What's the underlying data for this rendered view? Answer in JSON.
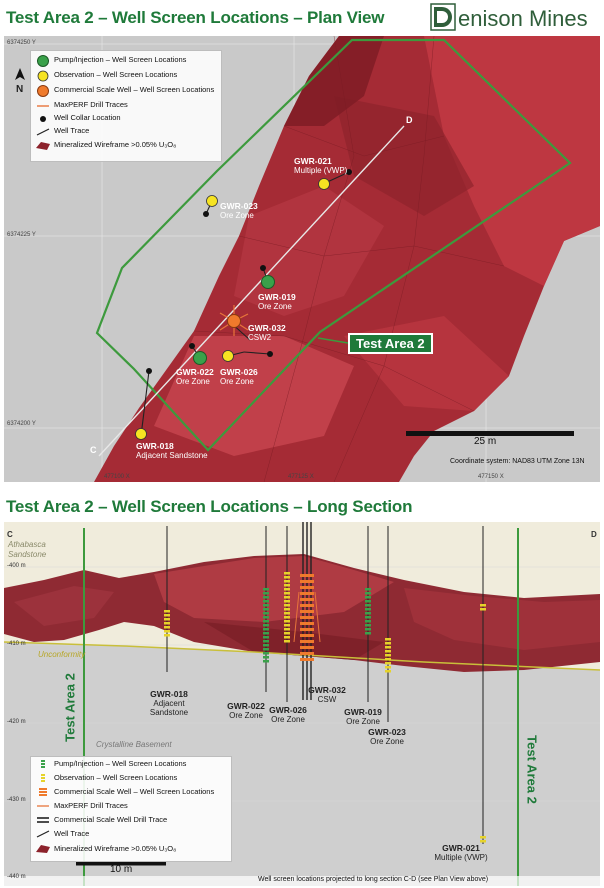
{
  "header": {
    "plan_title": "Test Area 2 – Well Screen Locations – Plan View",
    "logo_text": "enison Mines",
    "section_title": "Test Area 2 – Well Screen Locations – Long Section"
  },
  "plan": {
    "north": "N",
    "coords": {
      "y1": "6374250 Y",
      "y2": "6374225 Y",
      "y3": "6374200 Y",
      "x1": "477125 X",
      "x2": "477150 X",
      "x3": "477100 X"
    },
    "legend": [
      "Pump/Injection – Well Screen Locations",
      "Observation – Well Screen Locations",
      "Commercial Scale Well – Well Screen Locations",
      "MaxPERF Drill Traces",
      "Well Collar Location",
      "Well Trace",
      "Mineralized Wireframe >0.05% U₃O₈"
    ],
    "point_d": "D",
    "point_c": "C",
    "wells": [
      {
        "name": "GWR-021",
        "sub": "Multiple (VWP)"
      },
      {
        "name": "GWR-023",
        "sub": "Ore Zone"
      },
      {
        "name": "GWR-019",
        "sub": "Ore Zone"
      },
      {
        "name": "GWR-032",
        "sub": "CSW2"
      },
      {
        "name": "GWR-022",
        "sub": "Ore Zone"
      },
      {
        "name": "GWR-026",
        "sub": "Ore Zone"
      },
      {
        "name": "GWR-018",
        "sub": "Adjacent Sandstone"
      }
    ],
    "test_area_label": "Test Area 2",
    "scale": "25 m",
    "coordinate_system": "Coordinate system: NAD83 UTM Zone 13N"
  },
  "section": {
    "point_c": "C",
    "point_d": "D",
    "athabasca": "Athabasca Sandstone",
    "unconformity": "Unconformity",
    "basement": "Crystalline Basement",
    "test_area_left": "Test Area 2",
    "test_area_right": "Test Area 2",
    "depths": [
      "-400 m",
      "-410 m",
      "-420 m",
      "-430 m",
      "-440 m"
    ],
    "wells": [
      {
        "name": "GWR-018",
        "sub": "Adjacent Sandstone"
      },
      {
        "name": "GWR-022",
        "sub": "Ore Zone"
      },
      {
        "name": "GWR-026",
        "sub": "Ore Zone"
      },
      {
        "name": "GWR-032",
        "sub": "CSW"
      },
      {
        "name": "GWR-019",
        "sub": "Ore Zone"
      },
      {
        "name": "GWR-023",
        "sub": "Ore Zone"
      },
      {
        "name": "GWR-021",
        "sub": "Multiple (VWP)"
      }
    ],
    "legend": [
      "Pump/Injection – Well Screen Locations",
      "Observation – Well Screen Locations",
      "Commercial Scale Well – Well Screen Locations",
      "MaxPERF Drill Traces",
      "Commercial Scale Well Drill Trace",
      "Well Trace",
      "Mineralized Wireframe >0.05% U₃O₈"
    ],
    "scale": "10 m",
    "footnote": "Well screen locations projected to long section C-D (see Plan View above)"
  }
}
